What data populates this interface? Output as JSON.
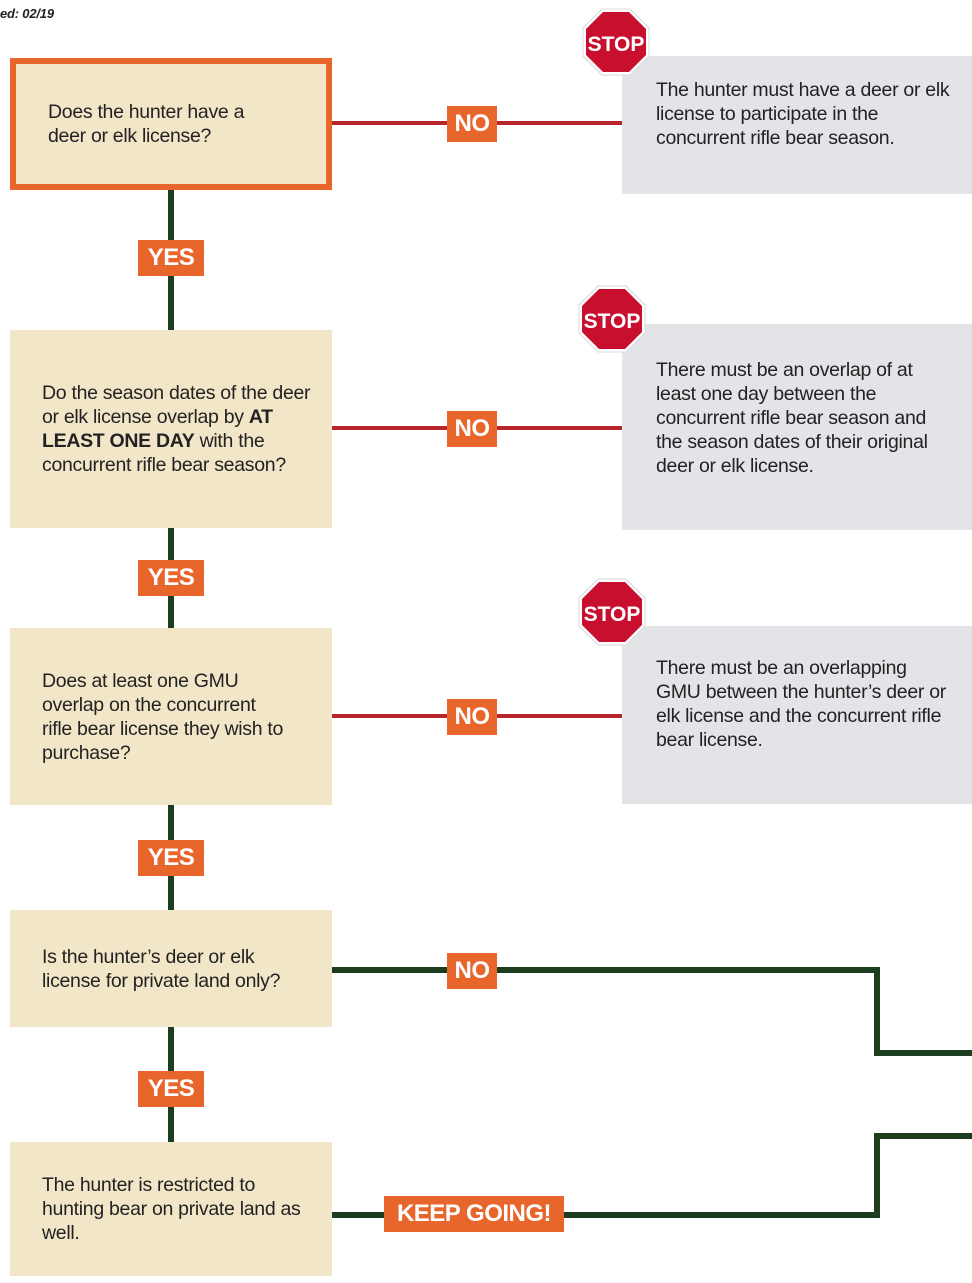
{
  "header": {
    "updated_text": "ed: 02/19"
  },
  "labels": {
    "yes": "YES",
    "no": "NO",
    "stop": "STOP",
    "keep_going": "KEEP GOING!"
  },
  "steps": [
    {
      "question": "Does the hunter have a deer or elk license?",
      "stop_text": "The hunter must have a deer or elk license to participate in the concurrent rifle bear season."
    },
    {
      "question_parts": [
        "Do the season dates of the deer or elk license overlap by ",
        "AT LEAST ONE DAY",
        " with the concurrent rifle bear season?"
      ],
      "stop_text": "There must be an overlap of at least one day between the concurrent rifle bear season and the season dates of their original deer or elk license."
    },
    {
      "question": "Does at least one GMU overlap on the concurrent rifle bear license they wish to purchase?",
      "stop_text": "There must be an overlapping GMU between the hunter’s deer or elk license and the concurrent rifle bear license."
    },
    {
      "question": "Is the hunter’s deer or elk license for private land only?"
    },
    {
      "question": "The hunter is restricted to hunting bear on private land as well."
    }
  ],
  "colors": {
    "accent_orange": "#e8662c",
    "question_fill": "#f2e6c8",
    "stop_box_fill": "#e3e4e8",
    "no_line_red": "#b7262d",
    "yes_line_green": "#1d3d1f",
    "stop_sign_red": "#c8102e"
  },
  "icons": {
    "stop_sign": "stop-sign-icon"
  }
}
